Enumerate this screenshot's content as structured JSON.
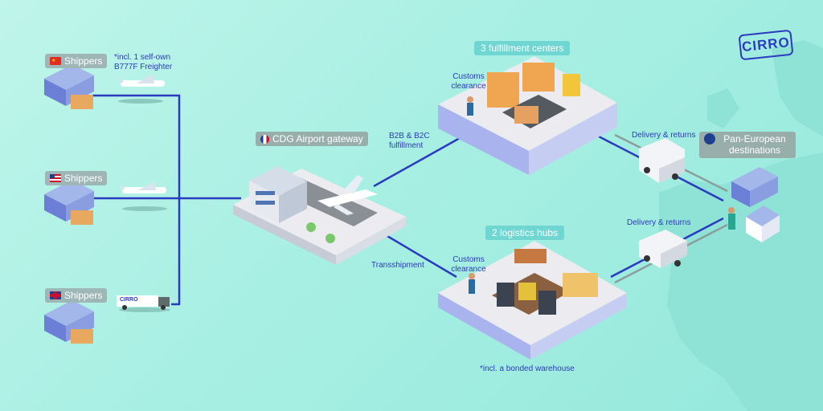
{
  "brand": {
    "logo_text": "CIRRO"
  },
  "shippers": [
    {
      "label": "Shippers",
      "flag": "china-flag-icon"
    },
    {
      "label": "Shippers",
      "flag": "usa-flag-icon"
    },
    {
      "label": "Shippers",
      "flag": "uk-flag-icon"
    }
  ],
  "freighter_note": "*incl. 1 self-own B777F Freighter",
  "truck_logo": "CIRRO",
  "gateway": {
    "label": "CDG Airport gateway",
    "flag": "france-flag-icon"
  },
  "edges": {
    "b2b": "B2B & B2C fulfillment",
    "transshipment": "Transshipment",
    "delivery_top": "Delivery & returns",
    "delivery_bottom": "Delivery & returns"
  },
  "fulfillment": {
    "title": "3 fulfillment centers",
    "customs": "Customs clearance"
  },
  "hubs": {
    "title": "2 logistics hubs",
    "customs": "Customs clearance",
    "note": "*incl. a bonded warehouse"
  },
  "destinations": {
    "label": "Pan-European destinations",
    "icon": "eu-flag-icon"
  },
  "colors": {
    "route_line": "#2b3bbf",
    "pill": "#9fb6b6",
    "accent": "#6fd6d1",
    "background": "#aaf0e4"
  }
}
